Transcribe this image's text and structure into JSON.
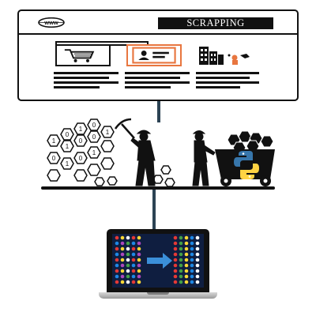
{
  "browser": {
    "logo_text": "www",
    "banner_text": "SCRAPPING"
  },
  "cards": [
    {
      "name": "shopping-cart",
      "icon": "shopping-cart-icon",
      "border_color": "#111111"
    },
    {
      "name": "profile-card",
      "icon": "id-card-icon",
      "border_color": "#e8763f"
    },
    {
      "name": "buildings",
      "icon": "buildings-icon",
      "border_color": "#111111"
    }
  ],
  "mining": {
    "hex_glyphs": [
      "1",
      "0",
      "1",
      "0",
      "1",
      "0",
      "0",
      "1",
      "0",
      "1",
      "0",
      "1"
    ],
    "python_logo_colors": [
      "#3776ab",
      "#ffd343"
    ]
  },
  "laptop": {
    "dot_colors": [
      "#e53935",
      "#43a047",
      "#fdd835",
      "#1e88e5",
      "#ffffff",
      "#ab47bc"
    ],
    "arrow_color": "#3b8fd9"
  },
  "colors": {
    "ink": "#111111",
    "connector": "#2c4354",
    "accent_orange": "#e8763f"
  }
}
